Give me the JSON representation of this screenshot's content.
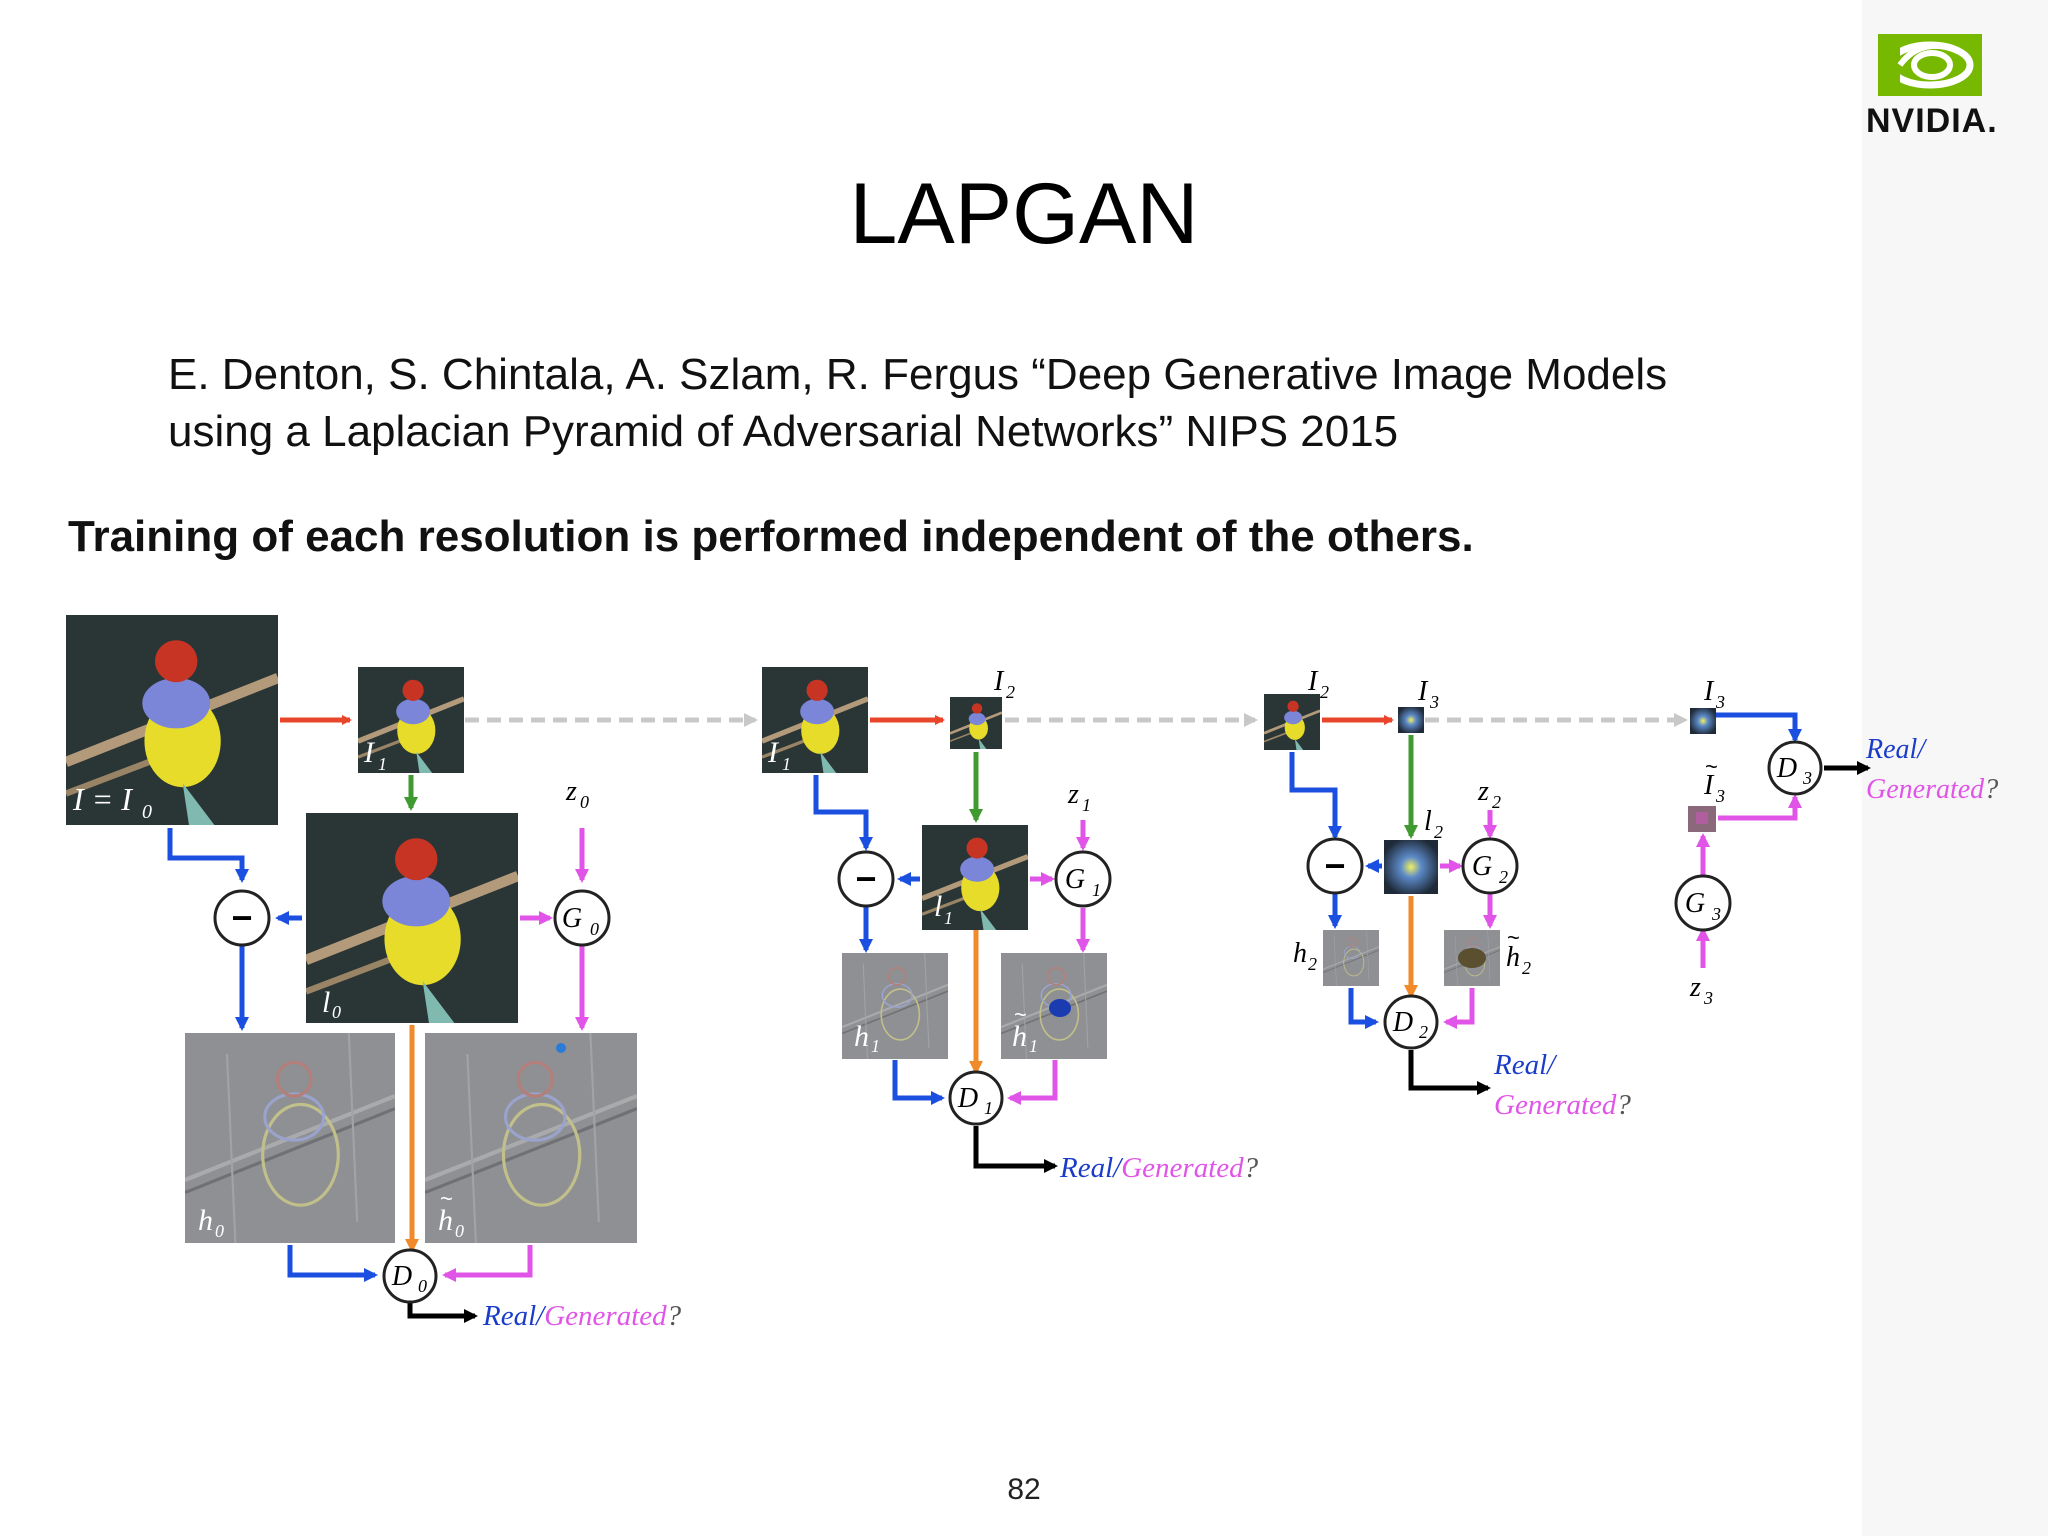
{
  "slide": {
    "title": "LAPGAN",
    "citation_line1": "E. Denton, S. Chintala, A. Szlam, R. Fergus “Deep Generative Image Models",
    "citation_line2": "using a Laplacian Pyramid of Adversarial Networks” NIPS 2015",
    "subheading": "Training of each resolution is performed independent of the others.",
    "page_number": "82"
  },
  "logo": {
    "text": "NVIDIA.",
    "icon": "nvidia-eye-icon",
    "color": "#76b900"
  },
  "colors": {
    "downsample": "#e8452a",
    "upsample": "#3f9a2f",
    "difference": "#1a4fe0",
    "generator": "#e055e8",
    "conditioning": "#f08a2a",
    "output": "#000000",
    "skip": "#cccccc",
    "real_text": "#1a3cc8",
    "generated_text": "#e055e8"
  },
  "diagram": {
    "stage0": {
      "image_I0": "I = I",
      "image_I0_sub": "0",
      "image_I1": "I",
      "image_I1_sub": "1",
      "image_l0": "l",
      "image_l0_sub": "0",
      "image_h0": "h",
      "image_h0_sub": "0",
      "image_h0_tilde": "h",
      "image_h0_tilde_sub": "0",
      "noise": "z",
      "noise_sub": "0",
      "generator": "G",
      "generator_sub": "0",
      "discriminator": "D",
      "discriminator_sub": "0",
      "real": "Real",
      "slash": "/",
      "generated": "Generated",
      "question": "?"
    },
    "stage1": {
      "image_I1": "I",
      "image_I1_sub": "1",
      "image_I2": "I",
      "image_I2_sub": "2",
      "image_l1": "l",
      "image_l1_sub": "1",
      "image_h1": "h",
      "image_h1_sub": "1",
      "image_h1_tilde": "h",
      "image_h1_tilde_sub": "1",
      "noise": "z",
      "noise_sub": "1",
      "generator": "G",
      "generator_sub": "1",
      "discriminator": "D",
      "discriminator_sub": "1",
      "real": "Real",
      "slash": "/",
      "generated": "Generated",
      "question": "?"
    },
    "stage2": {
      "image_I2": "I",
      "image_I2_sub": "2",
      "image_I3": "I",
      "image_I3_sub": "3",
      "image_l2": "l",
      "image_l2_sub": "2",
      "image_h2": "h",
      "image_h2_sub": "2",
      "image_h2_tilde": "h",
      "image_h2_tilde_sub": "2",
      "noise": "z",
      "noise_sub": "2",
      "generator": "G",
      "generator_sub": "2",
      "discriminator": "D",
      "discriminator_sub": "2",
      "real": "Real",
      "slash": "/",
      "generated": "Generated",
      "question": "?"
    },
    "stage3": {
      "image_I3": "I",
      "image_I3_sub": "3",
      "image_I3_tilde": "I",
      "image_I3_tilde_sub": "3",
      "noise": "z",
      "noise_sub": "3",
      "generator": "G",
      "generator_sub": "3",
      "discriminator": "D",
      "discriminator_sub": "3",
      "real": "Real",
      "slash": "/",
      "generated": "Generated",
      "question": "?"
    },
    "minus_symbol": "−"
  }
}
